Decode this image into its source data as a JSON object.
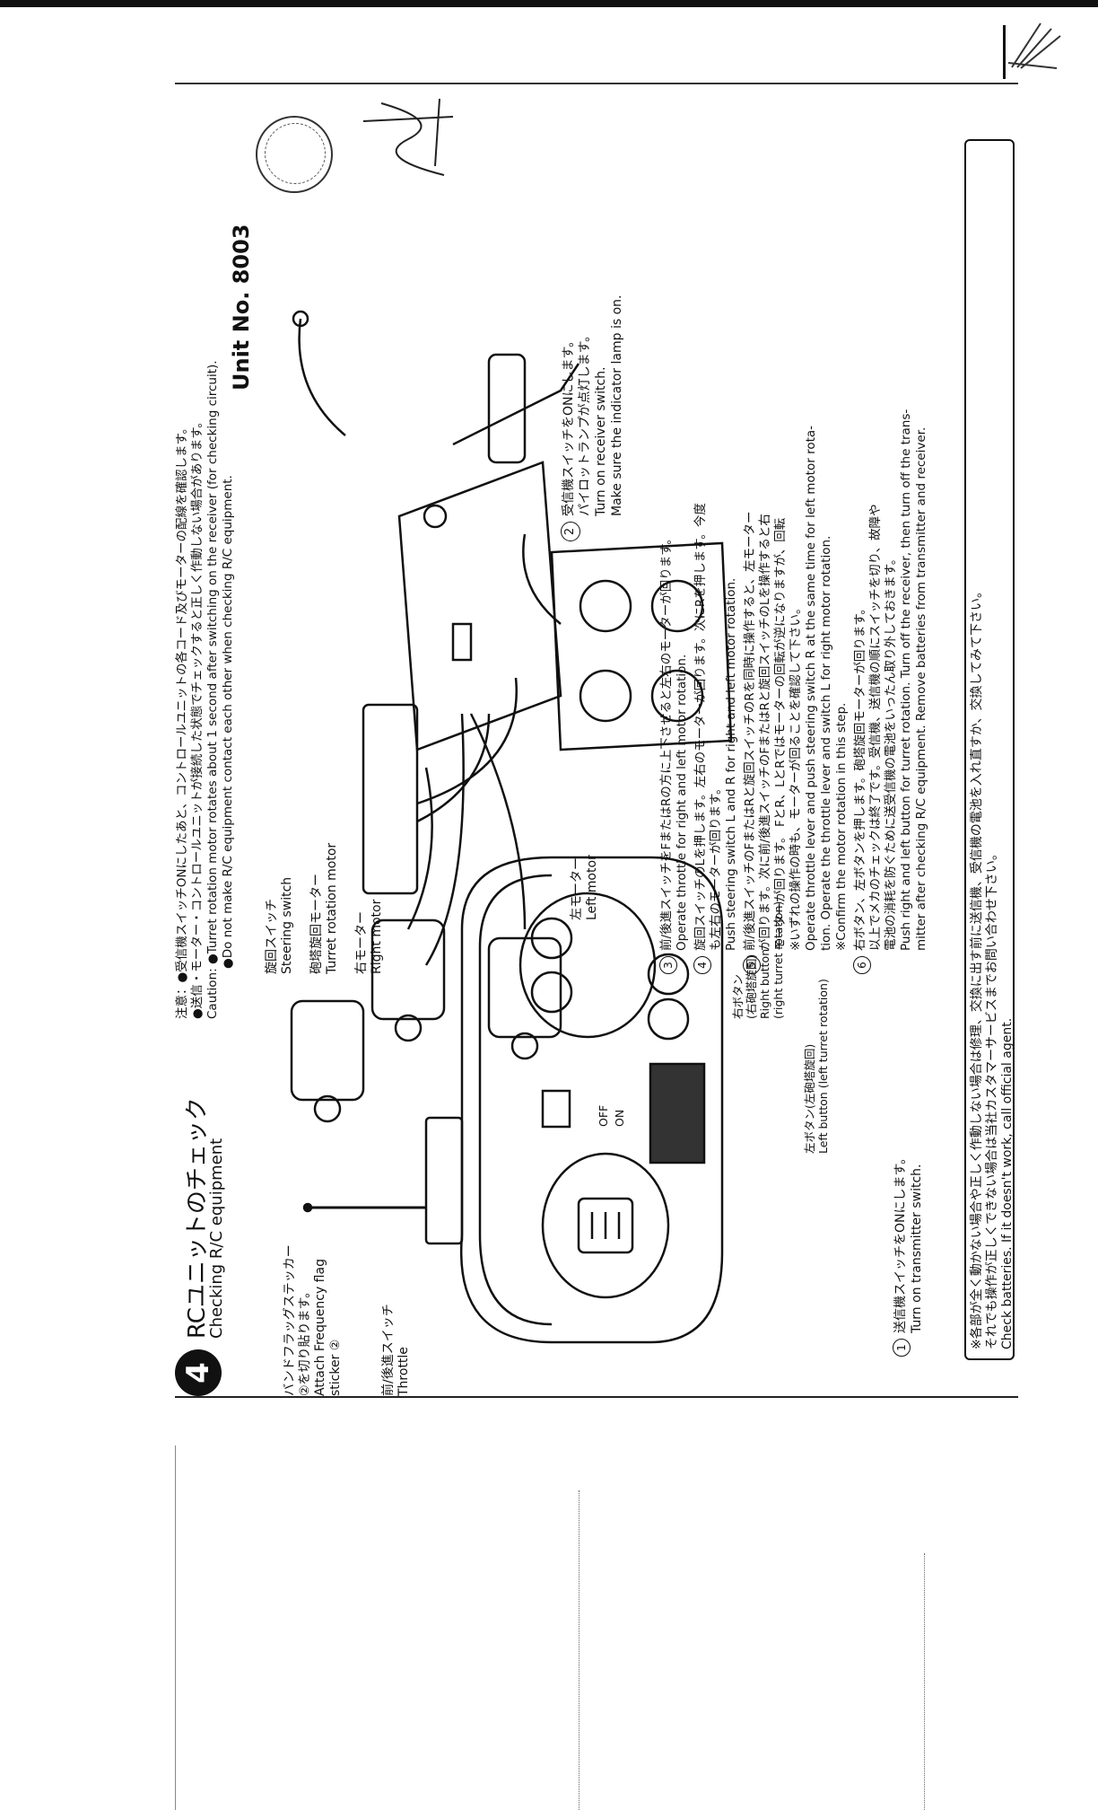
{
  "header": {
    "step_number": "4",
    "title_jp": "RCユニットのチェック",
    "title_en": "Checking R/C equipment",
    "unit_no": "Unit No. 8003"
  },
  "caution": {
    "lines": [
      "注意：●受信機スイッチONにしたあと、コントロールユニットの各コード及びモーターの配線を確認します。",
      "●送信・モーター・コントロールユニットが接続した状態でチェックすると正しく作動しない場合があります。",
      "Caution: ●Turret rotation motor rotates about 1 second after switching on the receiver (for checking circuit).",
      "●Do not make R/C equipment contact each other when checking R/C equipment."
    ]
  },
  "labels": {
    "band_sticker_jp": "バンドフラッグステッカー",
    "band_sticker_jp2": "②を切り貼ります。",
    "band_sticker_en1": "Attach Frequency flag",
    "band_sticker_en2": "sticker ②",
    "throttle_jp": "前/後進スイッチ",
    "throttle_en": "Throttle",
    "steering_jp": "旋回スイッチ",
    "steering_en": "Steering switch",
    "turret_motor_jp": "砲塔旋回モーター",
    "turret_motor_en": "Turret rotation motor",
    "right_motor_jp": "右モーター",
    "right_motor_en": "Right motor",
    "left_motor_jp": "左モーター",
    "left_motor_en": "Left motor",
    "right_button_jp": "右ボタン",
    "right_button_jp2": "(右砲塔旋回)",
    "right_button_en": "Right button",
    "right_button_en2": "(right turret rotation)",
    "left_button_jp": "左ボタン(左砲塔旋回)",
    "left_button_en": "Left button (left turret rotation)",
    "off": "OFF",
    "on": "ON"
  },
  "steps": {
    "s1": {
      "num": "1",
      "jp": "送信機スイッチをONにします。",
      "en": "Turn on transmitter switch."
    },
    "s2": {
      "num": "2",
      "jp1": "受信機スイッチをONにします。",
      "jp2": "パイロットランプが点灯します。",
      "en1": "Turn on receiver switch.",
      "en2": "Make sure the indicator lamp is on."
    },
    "s3": {
      "num": "3",
      "jp": "前/後進スイッチをFまたはRの方に上下させると左右のモーターが回ります。",
      "en": "Operate throttle for right and left motor rotation."
    },
    "s4": {
      "num": "4",
      "jp1": "旋回スイッチのLを押します。左右のモーターが回ります。次にRを押します。今度",
      "jp2": "も左右のモーターが回ります。",
      "en": "Push steering switch L and R for right and left motor rotation."
    },
    "s5": {
      "num": "5",
      "jp1": "前/後進スイッチのFまたはRと旋回スイッチのRを同時に操作すると、左モーター",
      "jp2": "が回ります。次に前/後進スイッチのFまたはRと旋回スイッチのLを操作すると右",
      "jp3": "モーターが回ります。 FとR、LとRではモーターの回転が逆になりますが、回転",
      "jp4": "※いずれの操作の時も、モーターが回ることを確認して下さい。",
      "en1": "Operate throttle lever and push steering switch R at the same time for left motor rota-",
      "en2": "tion. Operate the throttle lever and switch L for right motor rotation.",
      "en3": "※Confirm the motor rotation in this step."
    },
    "s6": {
      "num": "6",
      "jp1": "右ボタン、左ボタンを押します。砲塔旋回モーターが回ります。",
      "jp2": "以上でメカのチェックは終了です。受信機、送信機の順にスイッチを切り、故障や",
      "jp3": "電池の消耗を防ぐために送受信機の電池をいったん取り外しておきます。",
      "en1": "Push right and left button for turret rotation. Turn off the receiver, then turn off the trans-",
      "en2": "mitter after checking R/C equipment. Remove batteries from transmitter and receiver."
    }
  },
  "note": {
    "jp1": "※各部が全く動かない場合や正しく作動しない場合は修理、交換に出す前に送信機、受信機の電池を入れ直すか、交換してみて下さい。",
    "jp2": "それでも操作が正しくできない場合は当社カスタマーサービスまでお問い合わせ下さい。",
    "en": "Check batteries. If it doesn't work, call official agent."
  }
}
